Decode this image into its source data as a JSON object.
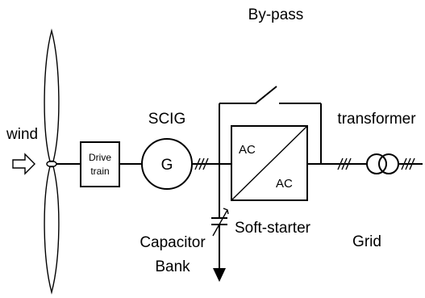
{
  "diagram": {
    "labels": {
      "wind": "wind",
      "drive_train_line1": "Drive",
      "drive_train_line2": "train",
      "scig": "SCIG",
      "generator": "G",
      "bypass": "By-pass",
      "converter_top": "AC",
      "converter_bottom": "AC",
      "transformer": "transformer",
      "soft_starter": "Soft-starter",
      "capacitor_line1": "Capacitor",
      "capacitor_line2": "Bank",
      "grid": "Grid"
    }
  }
}
